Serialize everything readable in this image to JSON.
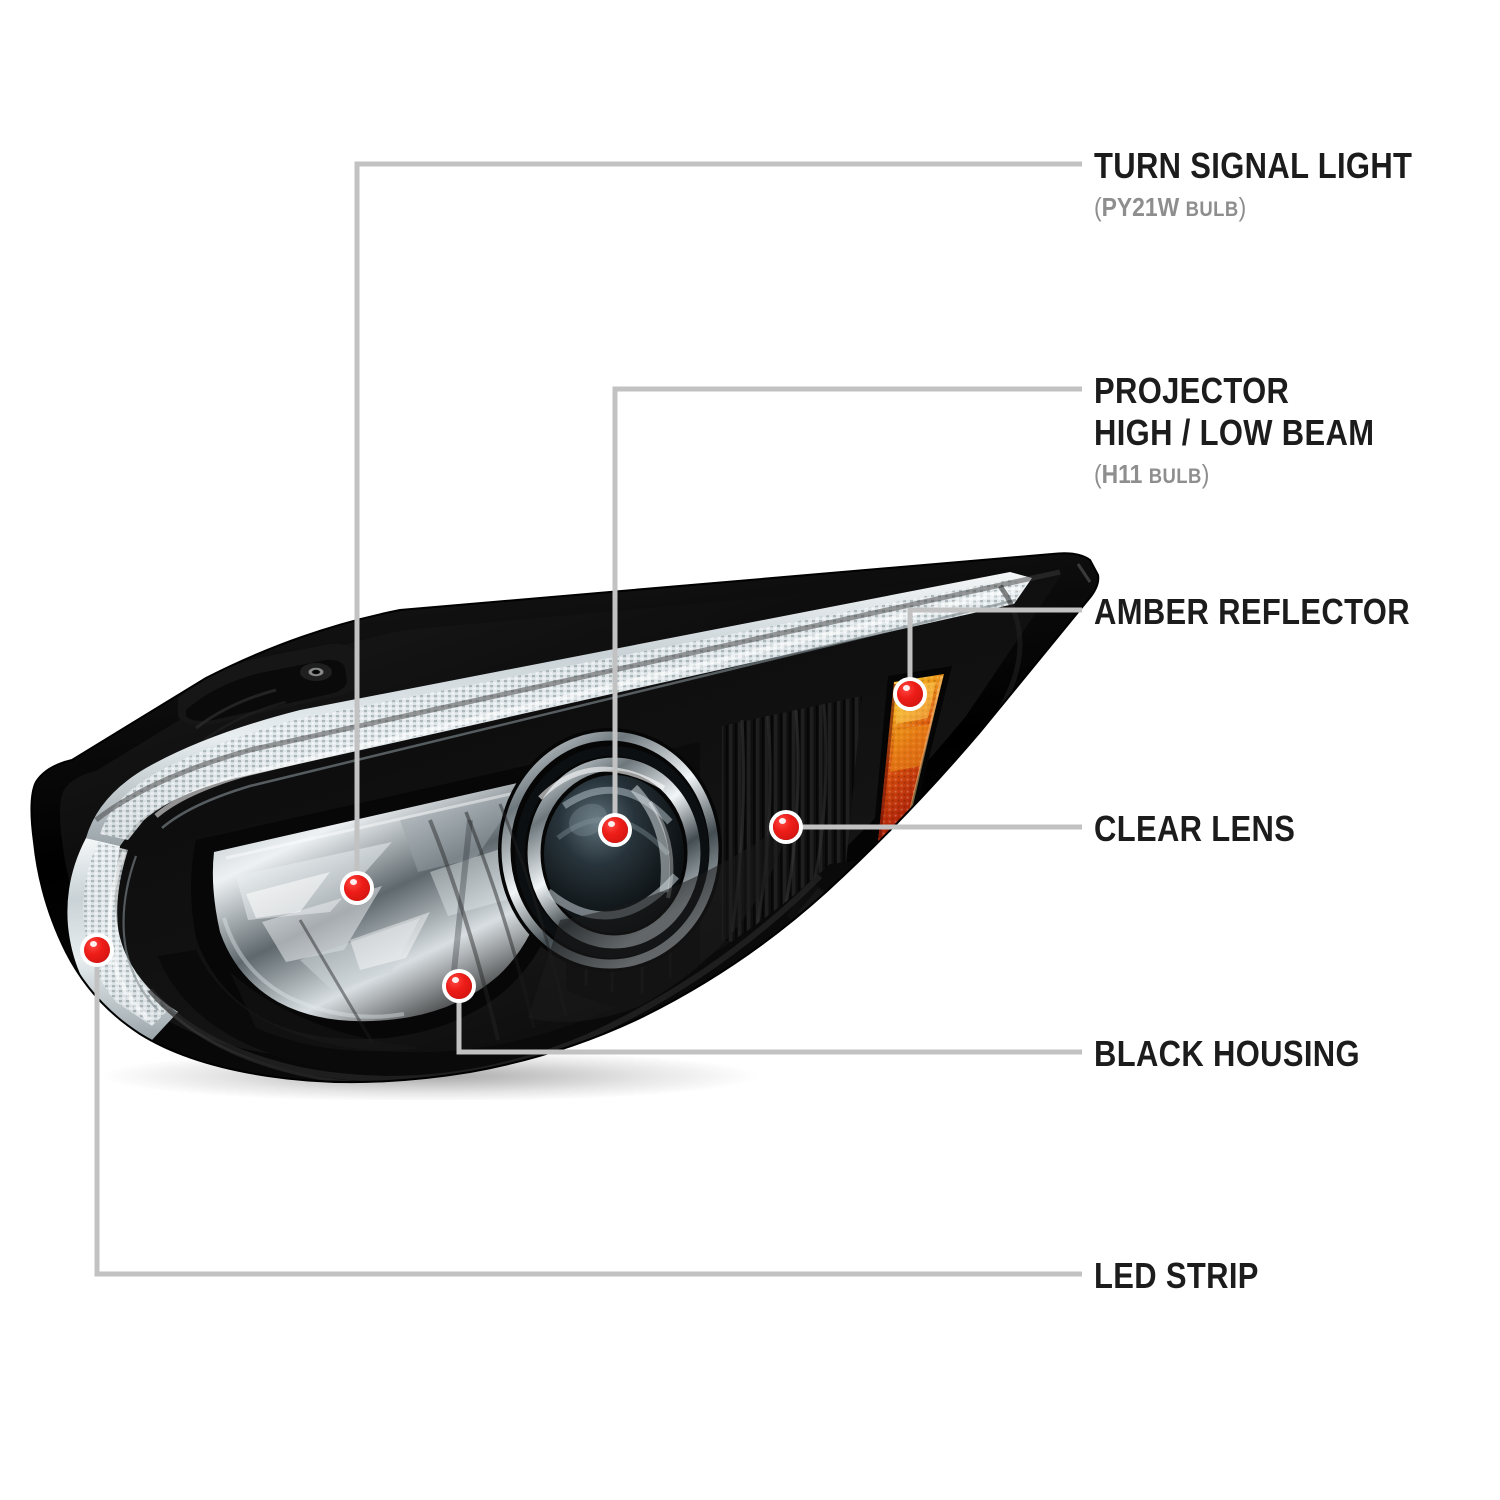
{
  "diagram": {
    "subject": "automotive projector headlight assembly",
    "background_color": "#ffffff",
    "leader_line_color": "#c2c2c2",
    "marker_color": "#ee1d18",
    "title_color": "#1c1c1c",
    "subtitle_color": "#8e8e8e"
  },
  "callouts": [
    {
      "id": "turn-signal-light",
      "title_lines": [
        "TURN SIGNAL LIGHT"
      ],
      "sub_open": "(",
      "sub_code": "PY21W",
      "sub_word": "BULB",
      "sub_close": ")",
      "has_sub": true
    },
    {
      "id": "projector-high-low-beam",
      "title_lines": [
        "PROJECTOR",
        "HIGH / LOW BEAM"
      ],
      "sub_open": "(",
      "sub_code": "H11",
      "sub_word": "BULB",
      "sub_close": ")",
      "has_sub": true
    },
    {
      "id": "amber-reflector",
      "title_lines": [
        "AMBER REFLECTOR"
      ],
      "has_sub": false
    },
    {
      "id": "clear-lens",
      "title_lines": [
        "CLEAR LENS"
      ],
      "has_sub": false
    },
    {
      "id": "black-housing",
      "title_lines": [
        "BLACK HOUSING"
      ],
      "has_sub": false
    },
    {
      "id": "led-strip",
      "title_lines": [
        "LED STRIP"
      ],
      "has_sub": false
    }
  ],
  "part_colors": {
    "housing_black": "#0d0d0d",
    "bezel_black": "#000000",
    "chrome_highlight": "#e8ecef",
    "clear_lens": "#cfd6da",
    "amber_top": "#f0a81c",
    "amber_mid": "#d9520e",
    "amber_bottom": "#9d1a08",
    "projector_glass": "#1b2226"
  }
}
